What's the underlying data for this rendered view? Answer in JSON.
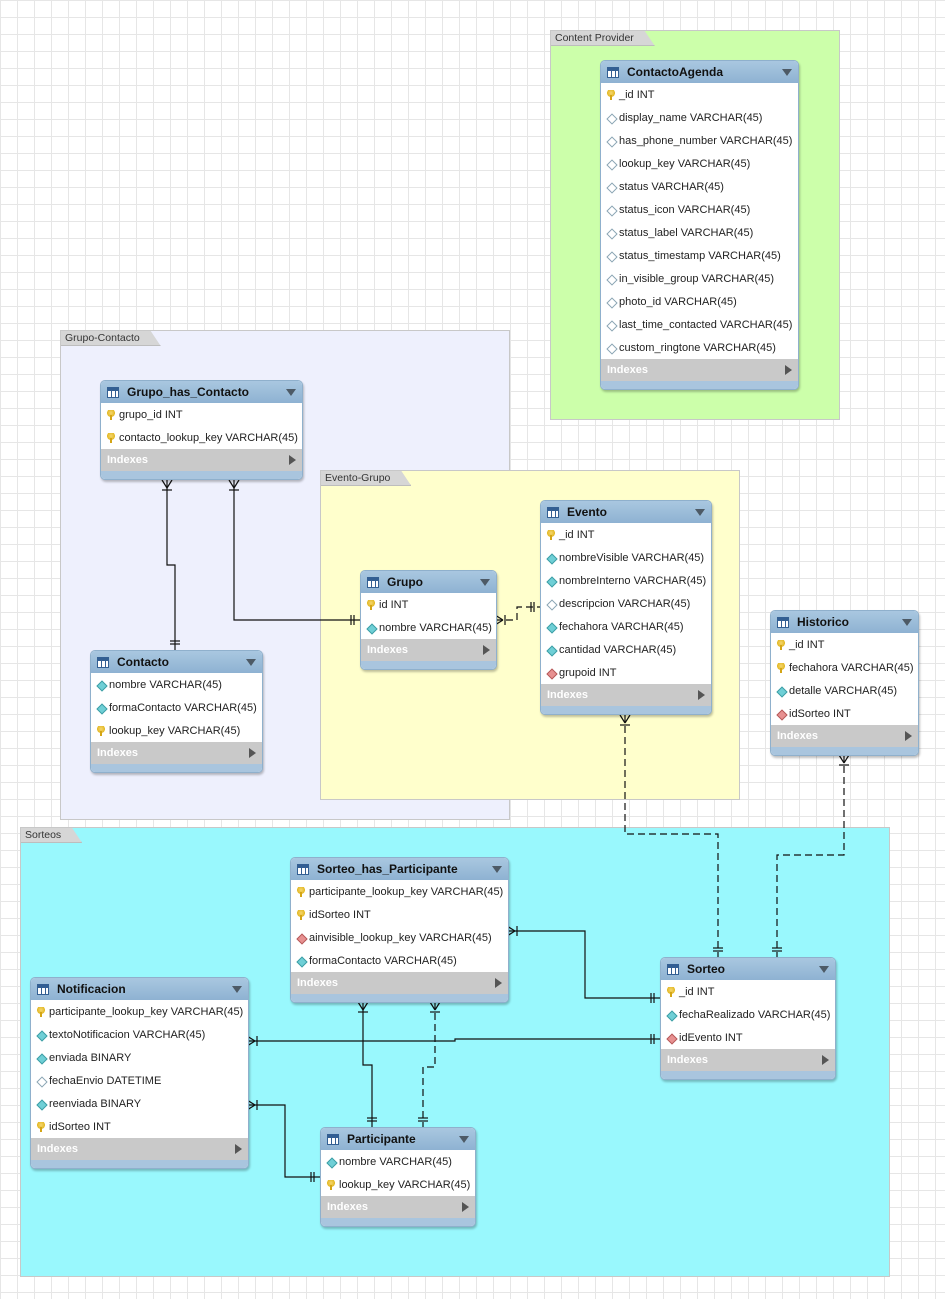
{
  "layers": [
    {
      "id": "content-provider",
      "label": "Content Provider",
      "bg": "#ccffaa"
    },
    {
      "id": "grupo-contacto",
      "label": "Grupo-Contacto",
      "bg": "#eef0fd"
    },
    {
      "id": "evento-grupo",
      "label": "Evento-Grupo",
      "bg": "#ffffcc"
    },
    {
      "id": "sorteos",
      "label": "Sorteos",
      "bg": "#99f8fd"
    }
  ],
  "indexes_label": "Indexes",
  "tables": [
    {
      "id": "contacto-agenda",
      "name": "ContactoAgenda",
      "columns": [
        {
          "name": "_id INT",
          "key": "pk"
        },
        {
          "name": "display_name VARCHAR(45)",
          "key": "op"
        },
        {
          "name": "has_phone_number VARCHAR(45)",
          "key": "op"
        },
        {
          "name": "lookup_key VARCHAR(45)",
          "key": "op"
        },
        {
          "name": "status VARCHAR(45)",
          "key": "op"
        },
        {
          "name": "status_icon VARCHAR(45)",
          "key": "op"
        },
        {
          "name": "status_label VARCHAR(45)",
          "key": "op"
        },
        {
          "name": "status_timestamp VARCHAR(45)",
          "key": "op"
        },
        {
          "name": "in_visible_group VARCHAR(45)",
          "key": "op"
        },
        {
          "name": "photo_id VARCHAR(45)",
          "key": "op"
        },
        {
          "name": "last_time_contacted VARCHAR(45)",
          "key": "op"
        },
        {
          "name": "custom_ringtone VARCHAR(45)",
          "key": "op"
        }
      ]
    },
    {
      "id": "grupo-has-contacto",
      "name": "Grupo_has_Contacto",
      "columns": [
        {
          "name": "grupo_id INT",
          "key": "pk"
        },
        {
          "name": "contacto_lookup_key VARCHAR(45)",
          "key": "pk"
        }
      ]
    },
    {
      "id": "contacto",
      "name": "Contacto",
      "columns": [
        {
          "name": "nombre VARCHAR(45)",
          "key": "nn"
        },
        {
          "name": "formaContacto VARCHAR(45)",
          "key": "nn"
        },
        {
          "name": "lookup_key VARCHAR(45)",
          "key": "pk"
        }
      ]
    },
    {
      "id": "grupo",
      "name": "Grupo",
      "columns": [
        {
          "name": "id INT",
          "key": "pk"
        },
        {
          "name": "nombre VARCHAR(45)",
          "key": "nn"
        }
      ]
    },
    {
      "id": "evento",
      "name": "Evento",
      "columns": [
        {
          "name": "_id INT",
          "key": "pk"
        },
        {
          "name": "nombreVisible VARCHAR(45)",
          "key": "nn"
        },
        {
          "name": "nombreInterno VARCHAR(45)",
          "key": "nn"
        },
        {
          "name": "descripcion VARCHAR(45)",
          "key": "op"
        },
        {
          "name": "fechahora VARCHAR(45)",
          "key": "nn"
        },
        {
          "name": "cantidad VARCHAR(45)",
          "key": "nn"
        },
        {
          "name": "grupoid INT",
          "key": "fk"
        }
      ]
    },
    {
      "id": "historico",
      "name": "Historico",
      "columns": [
        {
          "name": "_id INT",
          "key": "pk"
        },
        {
          "name": "fechahora VARCHAR(45)",
          "key": "pk"
        },
        {
          "name": "detalle VARCHAR(45)",
          "key": "nn"
        },
        {
          "name": "idSorteo INT",
          "key": "fk"
        }
      ]
    },
    {
      "id": "sorteo-has-participante",
      "name": "Sorteo_has_Participante",
      "columns": [
        {
          "name": "participante_lookup_key VARCHAR(45)",
          "key": "pk"
        },
        {
          "name": "idSorteo INT",
          "key": "pk"
        },
        {
          "name": "ainvisible_lookup_key VARCHAR(45)",
          "key": "fk"
        },
        {
          "name": "formaContacto VARCHAR(45)",
          "key": "nn"
        }
      ]
    },
    {
      "id": "notificacion",
      "name": "Notificacion",
      "columns": [
        {
          "name": "participante_lookup_key VARCHAR(45)",
          "key": "pk"
        },
        {
          "name": "textoNotificacion VARCHAR(45)",
          "key": "nn"
        },
        {
          "name": "enviada BINARY",
          "key": "nn"
        },
        {
          "name": "fechaEnvio DATETIME",
          "key": "op"
        },
        {
          "name": "reenviada BINARY",
          "key": "nn"
        },
        {
          "name": "idSorteo INT",
          "key": "pk"
        }
      ]
    },
    {
      "id": "sorteo",
      "name": "Sorteo",
      "columns": [
        {
          "name": "_id INT",
          "key": "pk"
        },
        {
          "name": "fechaRealizado VARCHAR(45)",
          "key": "nn"
        },
        {
          "name": "idEvento INT",
          "key": "fk"
        }
      ]
    },
    {
      "id": "participante",
      "name": "Participante",
      "columns": [
        {
          "name": "nombre VARCHAR(45)",
          "key": "nn"
        },
        {
          "name": "lookup_key VARCHAR(45)",
          "key": "pk"
        }
      ]
    }
  ],
  "relationships": [
    {
      "from": "grupo-has-contacto",
      "to": "contacto",
      "style": "solid"
    },
    {
      "from": "grupo-has-contacto",
      "to": "grupo",
      "style": "solid"
    },
    {
      "from": "grupo",
      "to": "evento",
      "style": "dashed"
    },
    {
      "from": "evento",
      "to": "sorteo",
      "style": "dashed"
    },
    {
      "from": "historico",
      "to": "sorteo",
      "style": "dashed"
    },
    {
      "from": "sorteo-has-participante",
      "to": "sorteo",
      "style": "solid"
    },
    {
      "from": "notificacion",
      "to": "sorteo",
      "style": "solid"
    },
    {
      "from": "notificacion",
      "to": "participante",
      "style": "solid"
    },
    {
      "from": "sorteo-has-participante",
      "to": "participante",
      "style": "solid"
    },
    {
      "from": "sorteo-has-participante",
      "to": "participante",
      "style": "dashed"
    }
  ]
}
